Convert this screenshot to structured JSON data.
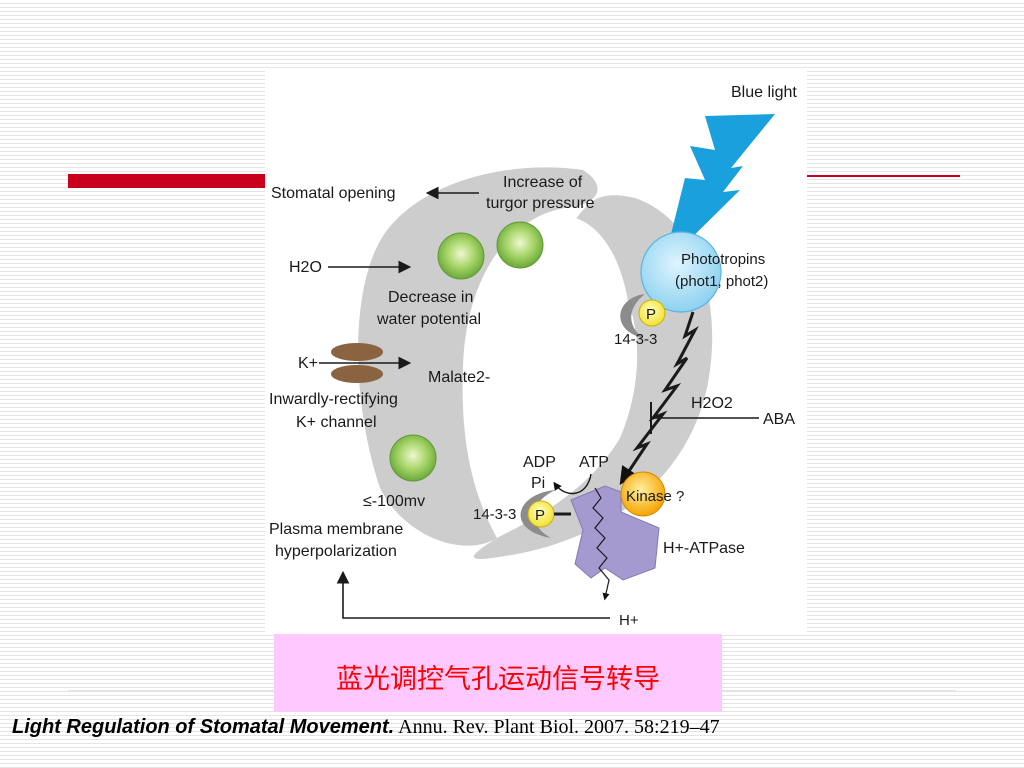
{
  "diagram": {
    "blue_light": "Blue light",
    "stomatal_opening": "Stomatal opening",
    "turgor_line1": "Increase of",
    "turgor_line2": "turgor pressure",
    "h2o": "H2O",
    "water_line1": "Decrease in",
    "water_line2": "water potential",
    "k_plus": "K+",
    "malate": "Malate2-",
    "channel_line1": "Inwardly-rectifying",
    "channel_line2": "K+ channel",
    "voltage": "≤-100mv",
    "hyper_line1": "Plasma membrane",
    "hyper_line2": "hyperpolarization",
    "phototropins_line1": "Phototropins",
    "phototropins_line2": "(phot1, phot2)",
    "p_label": "P",
    "protein_1433": "14-3-3",
    "h2o2": "H2O2",
    "aba": "ABA",
    "adp": "ADP",
    "atp": "ATP",
    "pi": "Pi",
    "kinase": "Kinase ?",
    "atpase": "H+-ATPase",
    "h_plus": "H+"
  },
  "caption": "蓝光调控气孔运动信号转导",
  "citation": {
    "title": "Light Regulation of Stomatal Movement.",
    "source": " Annu. Rev. Plant Biol. 2007. 58:219–47"
  },
  "colors": {
    "accent_red": "#c8001c",
    "caption_bg": "#ffc8ff",
    "caption_text": "#ff0000",
    "guard_cell": "#cfcfcf",
    "lightning": "#1aa0dc",
    "atpase": "#a49ad0"
  }
}
